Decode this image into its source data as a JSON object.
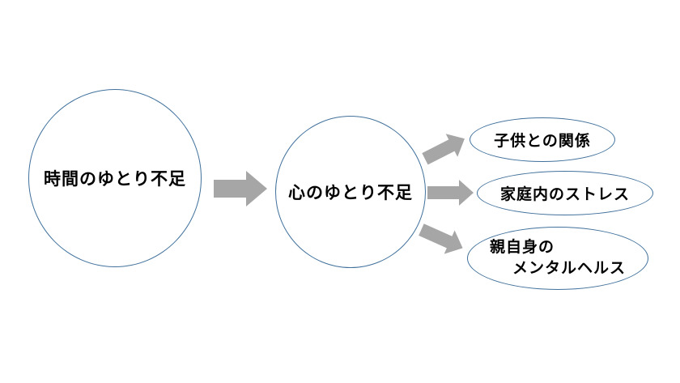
{
  "diagram": {
    "node_left": {
      "label": "時間のゆとり不足"
    },
    "node_center": {
      "label": "心のゆとり不足"
    },
    "outcomes": [
      {
        "label": "子供との関係"
      },
      {
        "label": "家庭内のストレス"
      },
      {
        "line1": "親自身の",
        "line2": "メンタルヘルス"
      }
    ],
    "colors": {
      "shape_border": "#41719c",
      "arrow": "#a6a6a6",
      "text": "#000000",
      "background": "#ffffff"
    }
  }
}
